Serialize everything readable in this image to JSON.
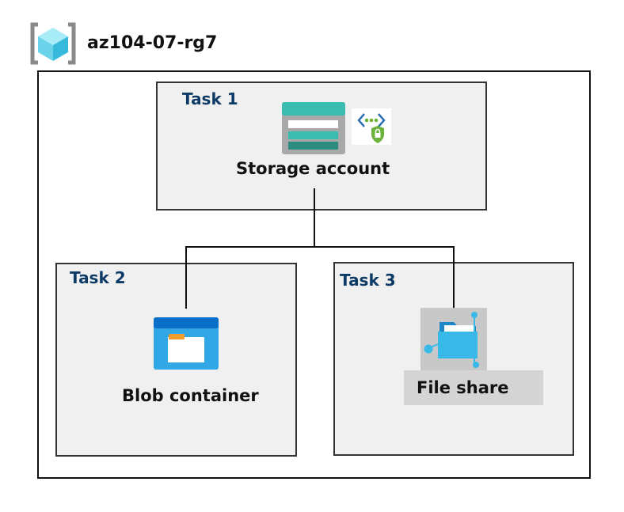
{
  "resource_group": {
    "name": "az104-07-rg7",
    "icon": "resource-group-icon"
  },
  "tasks": [
    {
      "label": "Task 1",
      "resource": "Storage account",
      "icon": "storage-account-icon",
      "badge_icon": "private-endpoint-lock-icon"
    },
    {
      "label": "Task 2",
      "resource": "Blob container",
      "icon": "blob-container-icon"
    },
    {
      "label": "Task 3",
      "resource": "File share",
      "icon": "file-share-icon"
    }
  ],
  "colors": {
    "task_label": "#0e3b66",
    "box_fill": "#f0f0f0",
    "storage_teal": "#3cbcb0",
    "azure_blue": "#0078d4",
    "file_label_fill": "#d4d4d4"
  }
}
